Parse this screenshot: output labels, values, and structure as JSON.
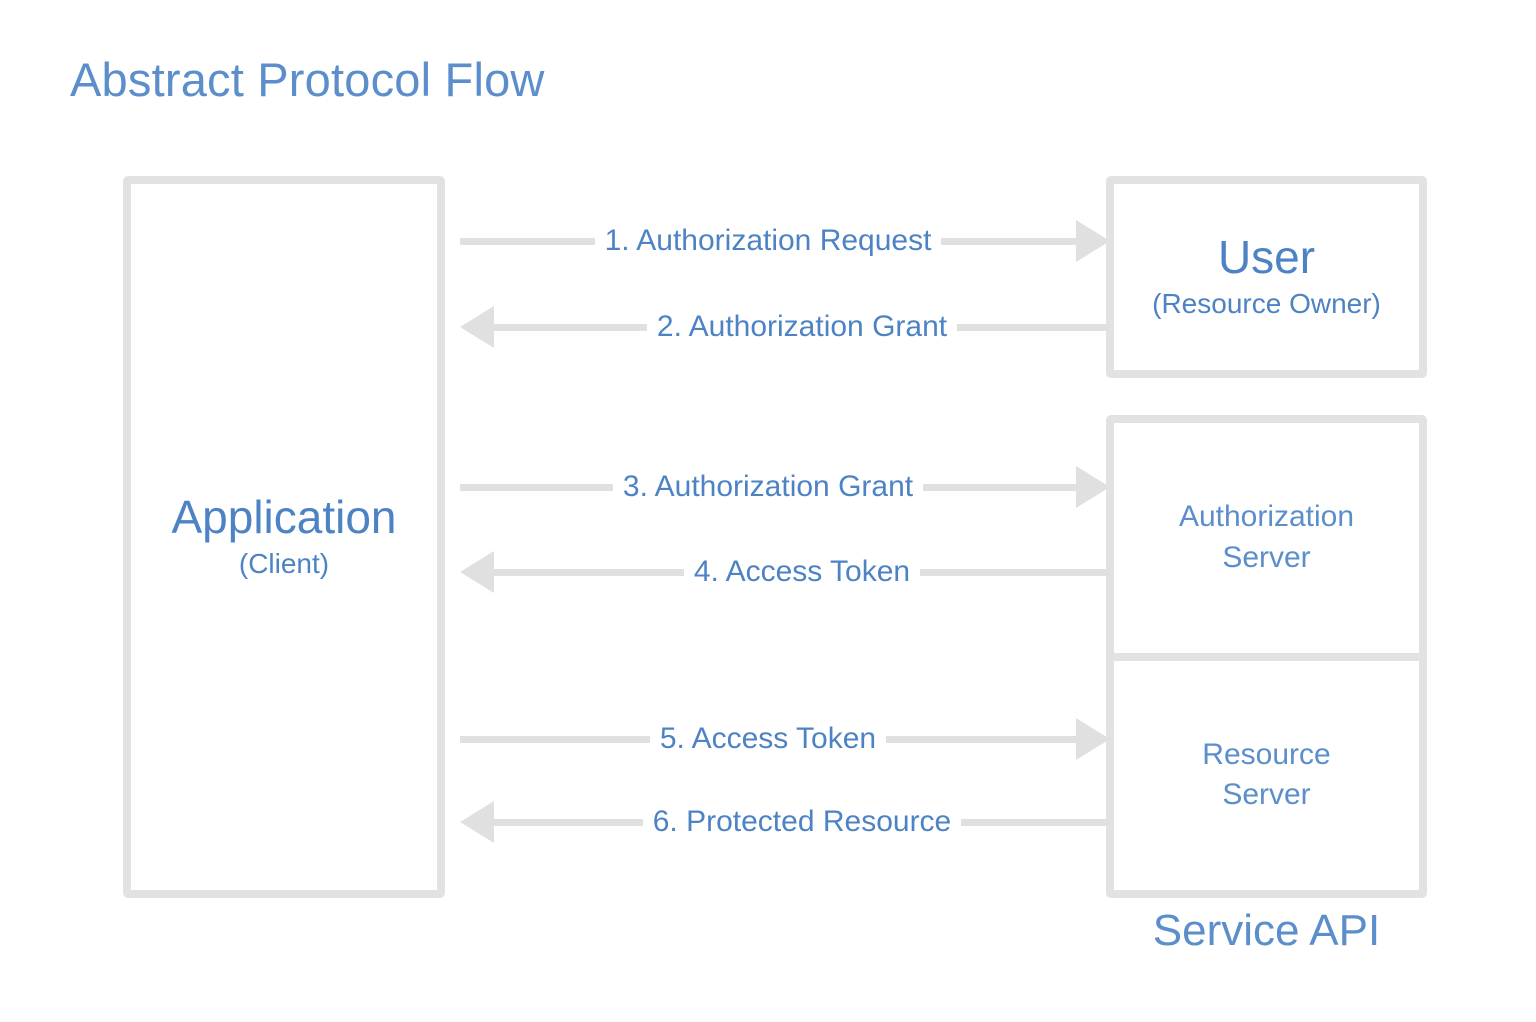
{
  "diagram": {
    "title": "Abstract Protocol Flow",
    "accent_color": "#5b8ecb",
    "label_color": "#4d83c4",
    "line_color": "#e0e0e0",
    "border_color": "#e2e2e2",
    "background_color": "#ffffff"
  },
  "nodes": {
    "application": {
      "title": "Application",
      "subtitle": "(Client)"
    },
    "user": {
      "title": "User",
      "subtitle": "(Resource Owner)"
    },
    "authorization_server": {
      "title": "Authorization\nServer",
      "line1": "Authorization",
      "line2": "Server"
    },
    "resource_server": {
      "title": "Resource\nServer",
      "line1": "Resource",
      "line2": "Server"
    },
    "service_api_caption": "Service API"
  },
  "flows": [
    {
      "step": "1",
      "label": "1. Authorization Request",
      "direction": "right",
      "from": "application",
      "to": "user"
    },
    {
      "step": "2",
      "label": "2. Authorization Grant",
      "direction": "left",
      "from": "user",
      "to": "application"
    },
    {
      "step": "3",
      "label": "3. Authorization Grant",
      "direction": "right",
      "from": "application",
      "to": "authorization_server"
    },
    {
      "step": "4",
      "label": "4. Access Token",
      "direction": "left",
      "from": "authorization_server",
      "to": "application"
    },
    {
      "step": "5",
      "label": "5. Access Token",
      "direction": "right",
      "from": "application",
      "to": "resource_server"
    },
    {
      "step": "6",
      "label": "6. Protected Resource",
      "direction": "left",
      "from": "resource_server",
      "to": "application"
    }
  ]
}
